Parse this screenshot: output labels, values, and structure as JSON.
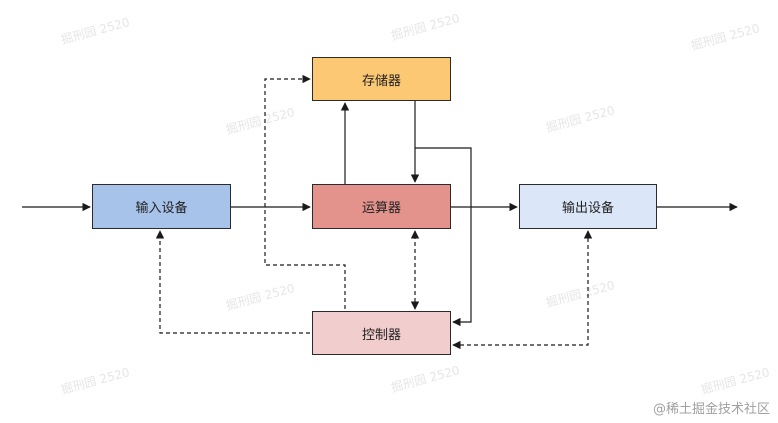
{
  "diagram": {
    "nodes": {
      "storage": {
        "label": "存储器",
        "fill": "#fcc873"
      },
      "alu": {
        "label": "运算器",
        "fill": "#e3928c"
      },
      "input": {
        "label": "输入设备",
        "fill": "#a8c3ea"
      },
      "output": {
        "label": "输出设备",
        "fill": "#dbe7f8"
      },
      "control": {
        "label": "控制器",
        "fill": "#f2cdcd"
      }
    },
    "edges": [
      {
        "from": "external",
        "to": "input",
        "style": "solid"
      },
      {
        "from": "input",
        "to": "alu",
        "style": "solid"
      },
      {
        "from": "alu",
        "to": "output",
        "style": "solid"
      },
      {
        "from": "output",
        "to": "external",
        "style": "solid"
      },
      {
        "from": "alu",
        "to": "storage",
        "style": "solid"
      },
      {
        "from": "storage",
        "to": "alu",
        "style": "solid"
      },
      {
        "from": "storage",
        "to": "control",
        "style": "solid"
      },
      {
        "from": "control",
        "to": "storage",
        "style": "dashed"
      },
      {
        "from": "control",
        "to": "alu",
        "style": "dashed-bidirectional"
      },
      {
        "from": "control",
        "to": "input",
        "style": "dashed"
      },
      {
        "from": "control",
        "to": "output",
        "style": "dashed"
      }
    ]
  },
  "watermark_text": "掘刑园 2520",
  "footer_credit": "@稀土掘金技术社区",
  "colors": {
    "line": "#1a1a1a",
    "watermark": "#e6e6e6"
  }
}
